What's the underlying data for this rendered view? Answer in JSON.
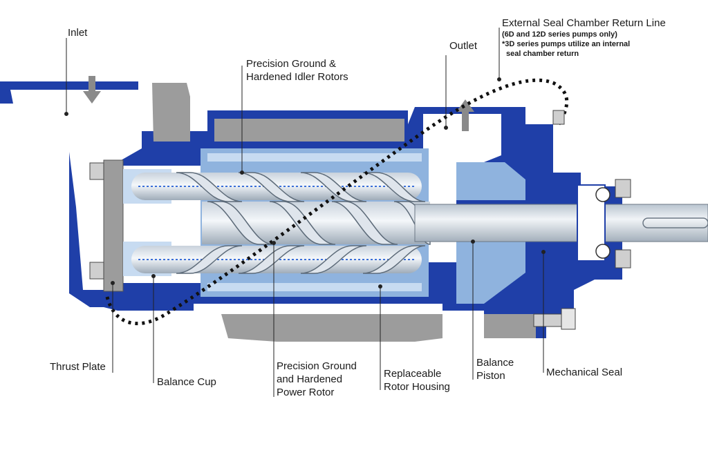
{
  "labels": {
    "inlet": "Inlet",
    "idler_rotors": [
      "Precision Ground &",
      "Hardened Idler Rotors"
    ],
    "outlet": "Outlet",
    "return_line": {
      "title": "External Seal Chamber Return Line",
      "note1": "(6D and 12D series pumps only)",
      "note2": "*3D series pumps utilize an internal",
      "note3": "seal chamber return"
    },
    "thrust_plate": "Thrust Plate",
    "balance_cup": "Balance Cup",
    "power_rotor": [
      "Precision Ground",
      "and Hardened",
      "Power Rotor"
    ],
    "rotor_housing": [
      "Replaceable",
      "Rotor Housing"
    ],
    "balance_piston": [
      "Balance",
      "Piston"
    ],
    "mechanical_seal": "Mechanical Seal"
  },
  "colors": {
    "casing_blue": "#1f3fa8",
    "casing_dark": "#102a86",
    "light_blue": "#8fb3de",
    "pale_blue": "#c7dbf1",
    "gray": "#9a9a9a",
    "rotor_light": "#e9eef4",
    "rotor_shade": "#a9b4c0",
    "leader": "#222222"
  }
}
